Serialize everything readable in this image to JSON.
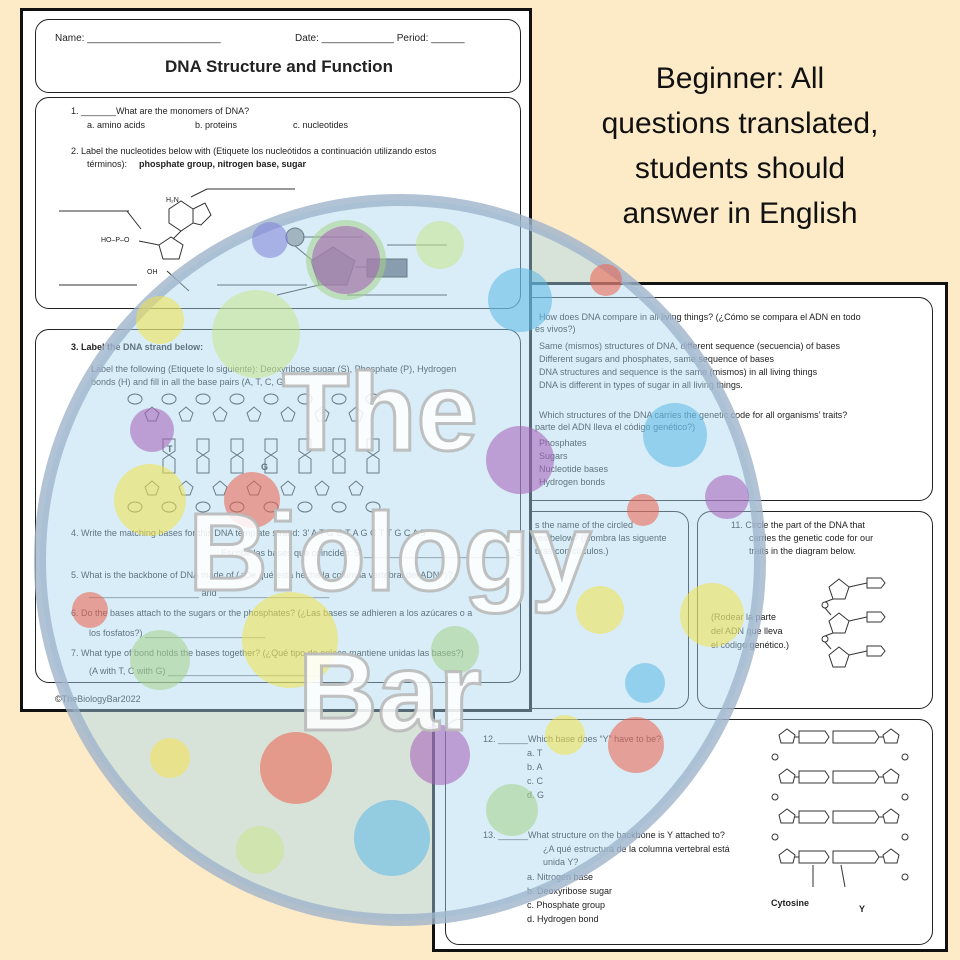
{
  "promo": {
    "lines": [
      "Beginner:  All",
      "questions translated,",
      "students should",
      "answer in English"
    ]
  },
  "sheet1": {
    "header": {
      "name_label": "Name: ________________________",
      "date_label": "Date: _____________  Period: ______",
      "title": "DNA Structure and Function"
    },
    "q1": {
      "text": "1.    _______What are the monomers of DNA?",
      "opt_a": "a.   amino acids",
      "opt_b": "b.  proteins",
      "opt_c": "c.   nucleotides"
    },
    "q2": {
      "line1": "2.    Label the nucleotides below with (Etiquete los nucleótidos a continuación utilizando estos",
      "line2": "términos):",
      "terms": "phosphate group, nitrogen base, sugar",
      "h2n": "H₂N",
      "hoP": "HO–P–O",
      "oh": "OH"
    },
    "q3": {
      "line1": "3.    Label the DNA strand below:",
      "line2": "Label the following (Etiquete lo siguiente):  Deoxyribose sugar (S), Phosphate (P), Hydrogen",
      "line3": "bonds (H) and fill in all the base pairs (A, T, C, G).",
      "baseT": "T",
      "baseG": "G"
    },
    "q4": {
      "line1": "4.    Write the matching bases for this DNA template strand:  3’  A T G C T A G C T T G C A  5’",
      "line2": "Escribe las bases que coinciden:  5’ ______________________________ 3’"
    },
    "q5": {
      "line1": "5.    What is the backbone of DNA made of (¿De qué está hecha la columna vertebral del ADN?)?",
      "line2": "______________________ and ______________________"
    },
    "q6": {
      "line1": "6.    Do the bases attach to the sugars or the phosphates? (¿Las bases se adhieren a los azúcares o a",
      "line2": "los fosfatos?) ________________________"
    },
    "q7": {
      "line1": "7.    What type of bond holds the bases together? (¿Qué tipo de enlace mantiene unidas las bases?)",
      "line2": "(A with T, C with G) ______________________________"
    },
    "footer": "©TheBiologyBar2022"
  },
  "sheet2": {
    "q8": {
      "line1": "How does DNA compare in all living things? (¿Cómo se compara el ADN en todo",
      "line2": "es vivos?)",
      "o1": "Same (mismos) structures of DNA, different sequence (secuencia) of bases",
      "o2": "Different sugars and phosphates, same sequence of bases",
      "o3": "DNA structures and sequence is the same (mismos) in all living things",
      "o4": "DNA is different in types of sugar in all living things."
    },
    "q9": {
      "line1": "Which structures of the DNA carries the genetic code for all organisms’ traits?",
      "line2": "parte del ADN lleva el código genético?)",
      "o1": "Phosphates",
      "o2": "Sugars",
      "o3": "Nucleotide bases",
      "o4": "Hydrogen bonds"
    },
    "q10": {
      "line1": "s the name of the circled",
      "line2": "res below? (Nombra las siguente",
      "line3": "uras con círculos.)"
    },
    "q11": {
      "line1": "11.  Circle the part of the DNA that",
      "line2": "carries the genetic code for our",
      "line3": "traits in the diagram below.",
      "sp1": "(Rodear la parte",
      "sp2": "del ADN que lleva",
      "sp3": "el código genético.)"
    },
    "q12": {
      "line1": "12. ______Which base does “Y” have to be?",
      "oa": "a.   T",
      "ob": "b.   A",
      "oc": "c.   C",
      "od": "d.   G"
    },
    "q13": {
      "line1": "13. ______What structure on the backbone is Y attached to?",
      "line2": "¿A qué estructura de la columna vertebral está",
      "line3": "unida Y?",
      "oa": "a.   Nitrogen base",
      "ob": "b.   Deoxyribose sugar",
      "oc": "c.   Phosphate group",
      "od": "d.   Hydrogen bond",
      "cyt": "Cytosine",
      "y": "Y"
    }
  },
  "watermark": {
    "w1": "The",
    "w2": "Biology",
    "w3": "Bar"
  },
  "colors": {
    "background": "#fdebc8",
    "circle": "#a9d8ee",
    "ring": "#9fb4cc"
  }
}
